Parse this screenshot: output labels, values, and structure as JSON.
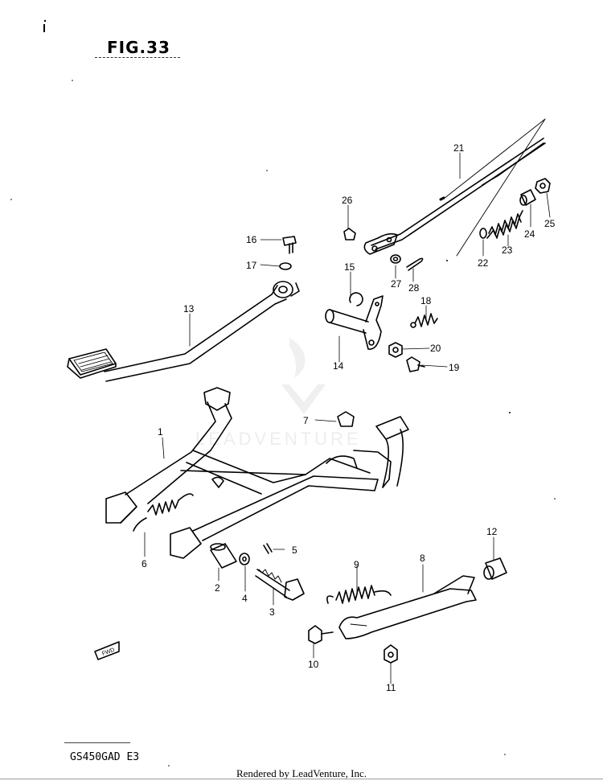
{
  "figure": {
    "title": "FIG.33",
    "model_code": "GS450GAD  E3"
  },
  "footer": {
    "credit": "Rendered by LeadVenture, Inc."
  },
  "watermark": {
    "text": "LEADVENTURE"
  },
  "direction_marker": {
    "label": "FWD"
  },
  "callouts": [
    "1",
    "2",
    "3",
    "4",
    "5",
    "6",
    "7",
    "8",
    "9",
    "10",
    "11",
    "12",
    "13",
    "14",
    "15",
    "16",
    "17",
    "18",
    "19",
    "20",
    "21",
    "22",
    "23",
    "24",
    "25",
    "26",
    "27",
    "28"
  ],
  "colors": {
    "line": "#000000",
    "watermark": "#d9d9d9"
  }
}
